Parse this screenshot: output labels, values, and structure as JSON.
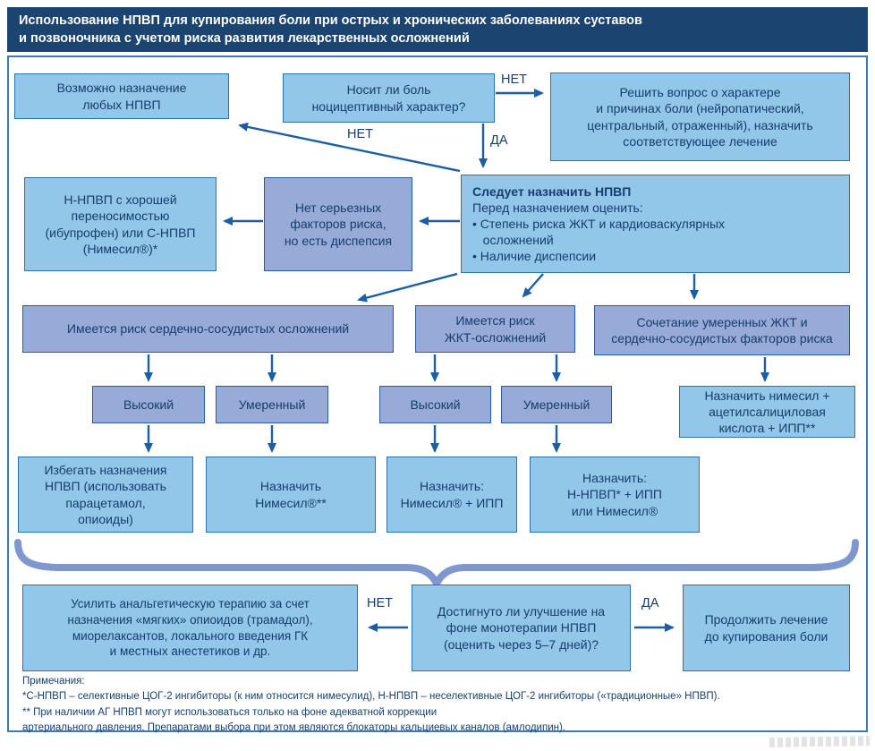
{
  "header": {
    "title": "Использование НПВП для купирования боли при острых и хронических заболеваниях суставов\nи позвоночника с учетом риска развития лекарственных осложнений"
  },
  "flowchart": {
    "nodes": {
      "any_nsaid": {
        "text": "Возможно назначение\nлюбых НПВП"
      },
      "nociceptive_question": {
        "text": "Носит ли боль\nноцицептивный характер?"
      },
      "pain_nature": {
        "text": "Решить вопрос о характере\nи причинах боли (нейропатический,\nцентральный, отраженный), назначить\nсоответствующее лечение"
      },
      "good_tolerance": {
        "text": "Н-НПВП с хорошей\nпереносимостью\n(ибупрофен) или С-НПВП\n(Нимесил®)*"
      },
      "no_serious_risk": {
        "text": "Нет серьезных\nфакторов риска,\nно есть диспепсия"
      },
      "prescribe_nsaid": {
        "title": "Следует назначить НПВП",
        "body": "Перед назначением оценить:\n• Степень риска ЖКТ и кардиоваскулярных\n   осложнений\n• Наличие диспепсии"
      },
      "cv_risk": {
        "text": "Имеется риск сердечно-сосудистых осложнений"
      },
      "gi_risk": {
        "text": "Имеется риск\nЖКТ-осложнений"
      },
      "combined_risk": {
        "text": "Сочетание умеренных ЖКТ и\nсердечно-сосудистых факторов риска"
      },
      "cv_high": {
        "text": "Высокий"
      },
      "cv_moderate": {
        "text": "Умеренный"
      },
      "gi_high": {
        "text": "Высокий"
      },
      "gi_moderate": {
        "text": "Умеренный"
      },
      "nimesil_asa_ppi": {
        "text": "Назначить нимесил +\nацетилсалициловая\nкислота + ИПП**"
      },
      "avoid_nsaid": {
        "text": "Избегать назначения\nНПВП (использовать\nпарацетамол,\nопиоиды)"
      },
      "prescribe_nimesil": {
        "text": "Назначить\nНимесил®**"
      },
      "nimesil_ppi": {
        "text": "Назначить:\nНимесил® + ИПП"
      },
      "nnsaid_ppi": {
        "text": "Назначить:\nН-НПВП* + ИПП\nили Нимесил®"
      },
      "intensify_therapy": {
        "text": "Усилить анальгетическую терапию за счет\nназначения «мягких» опиоидов (трамадол),\nмиорелаксантов, локального введения ГК\nи местных анестетиков и др."
      },
      "improvement_question": {
        "text": "Достигнуто ли улучшение на\nфоне монотерапии НПВП\n(оценить через 5–7 дней)?"
      },
      "continue_treatment": {
        "text": "Продолжить лечение\nдо купирования боли"
      }
    },
    "edge_labels": {
      "no_nociceptive": "НЕТ",
      "yes_nociceptive": "ДА",
      "no_risk_factors": "НЕТ",
      "no_improvement": "НЕТ",
      "yes_improvement": "ДА"
    }
  },
  "footnotes": {
    "heading": "Примечания:",
    "lines": [
      "*С-НПВП – селективные ЦОГ-2 ингибиторы (к ним относится нимесулид), Н-НПВП – неселективные ЦОГ-2 ингибиторы («традиционные» НПВП).",
      "** При наличии АГ НПВП могут использоваться только на фоне адекватной коррекции",
      "артериального давления. Препаратами выбора при этом являются блокаторы кальциевых каналов (амлодипин)."
    ]
  },
  "colors": {
    "header_bg": "#1c4470",
    "box_light_blue": "#92c7ea",
    "box_periwinkle": "#98abd8",
    "border_light": "#2e72ab",
    "border_periwinkle": "#2e5a9c",
    "arrow": "#1b5ea6",
    "brace": "#7e97cf",
    "text": "#163d6b",
    "frame": "#3b7ab6"
  }
}
